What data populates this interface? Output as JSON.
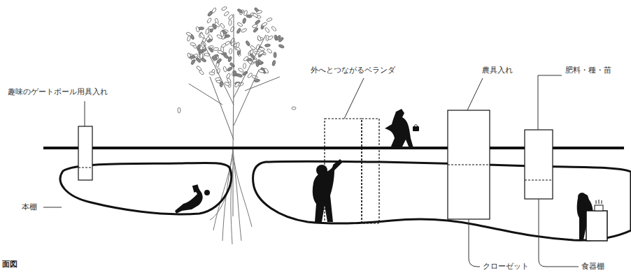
{
  "diagram": {
    "labels": [
      "趣味のゲートボール用具入れ",
      "本棚",
      "外へとつながるベランダ",
      "農具入れ",
      "肥料・種・苗",
      "クローゼット",
      "食器棚",
      "面図"
    ]
  }
}
